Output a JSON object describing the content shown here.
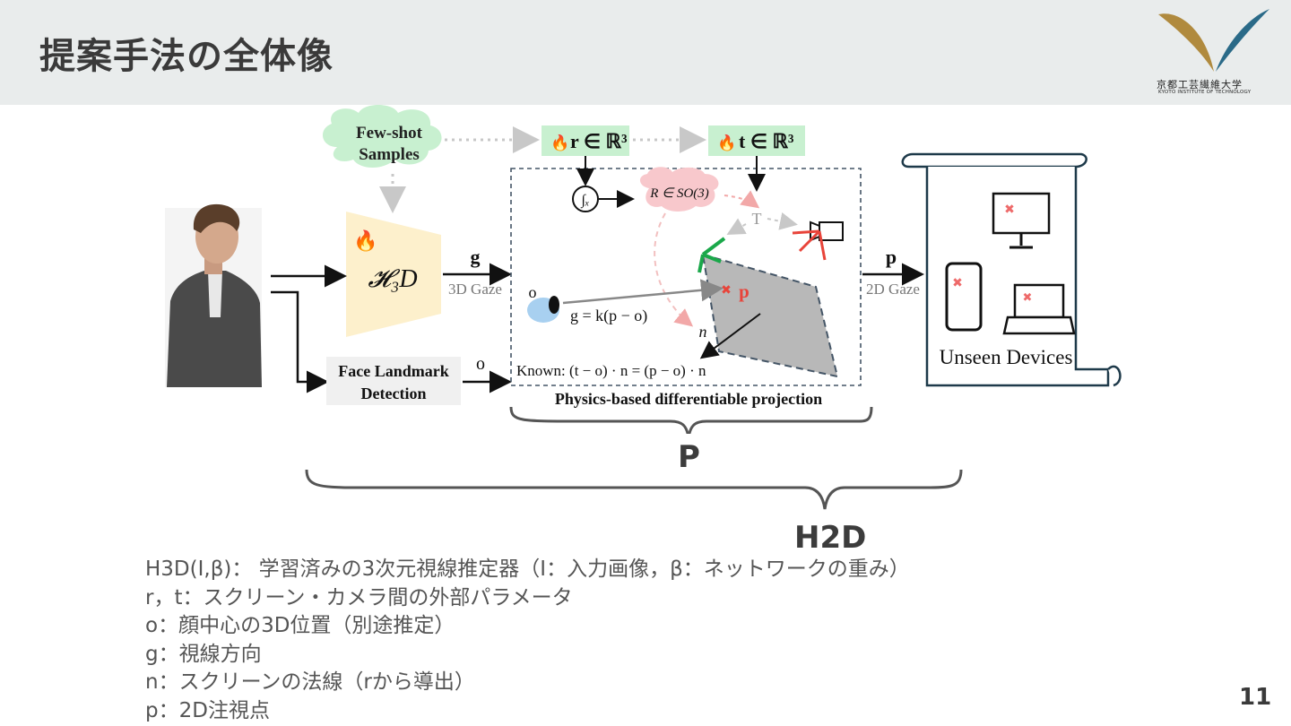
{
  "slide": {
    "title": "提案手法の全体像",
    "page_number": "11",
    "logo": {
      "name": "京都工芸繊維大学",
      "subtitle": "KYOTO INSTITUTE OF TECHNOLOGY"
    }
  },
  "diagram": {
    "few_shot": [
      "Few-shot",
      "Samples"
    ],
    "param_r": "r ∈ ℝ³",
    "param_t": "t ∈ ℝ³",
    "model": "𝓗₃D",
    "g_label": "g",
    "g_sub": "3D Gaze",
    "o_label": "o",
    "face_landmark": [
      "Face Landmark",
      "Detection"
    ],
    "rotation": "R ∈ SO(3)",
    "T_label": "T",
    "p_point": "p",
    "g_formula": "g = k(p − o)",
    "n_label": "n",
    "known_eq": "Known: (t − o) ·  n = (p − o) · n",
    "physics_caption": "Physics-based differentiable projection",
    "out_p": "p",
    "out_sub": "2D Gaze",
    "unseen": "Unseen Devices",
    "brace_P": "P",
    "brace_H2D": "H2D"
  },
  "notes": [
    "H3D(I,β)： 学習済みの3次元視線推定器（I：入力画像，β：ネットワークの重み）",
    "r，t：スクリーン・カメラ間の外部パラメータ",
    "o：顔中心の3D位置（別途推定）",
    "g：視線方向",
    "n：スクリーンの法線（rから導出）",
    "p：2D注視点"
  ],
  "colors": {
    "header_bg": "#e9ecec",
    "green_box": "#c8f0d0",
    "pink_cloud": "#f8c8cc",
    "model_fill": "#fdf0cc",
    "screen_fill": "#b8b8b8",
    "accent_red": "#e8443a",
    "arrow_green": "#1aa84a"
  }
}
